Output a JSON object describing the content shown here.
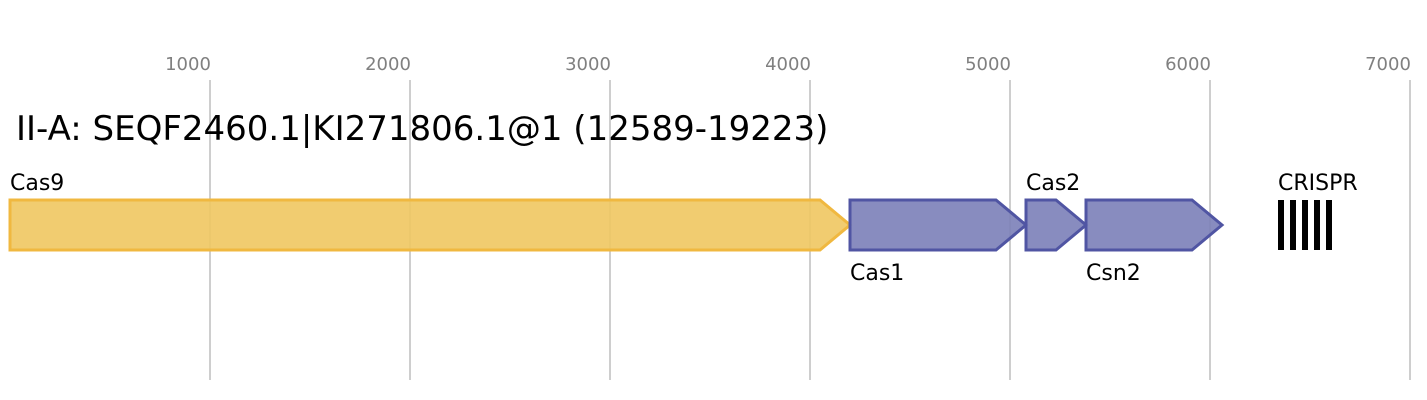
{
  "title": "II-A: SEQF2460.1|KI271806.1@1 (12589-19223)",
  "axis": {
    "ticks": [
      1000,
      2000,
      3000,
      4000,
      5000,
      6000,
      7000
    ],
    "range": [
      0,
      7000
    ]
  },
  "genes": [
    {
      "name": "Cas9",
      "start": 0,
      "end": 4200,
      "strand": "+",
      "color": "#f0c760",
      "stroke": "#f0b840",
      "label_pos": "above"
    },
    {
      "name": "Cas1",
      "start": 4200,
      "end": 5080,
      "strand": "+",
      "color": "#7b7fb8",
      "stroke": "#5055a3",
      "label_pos": "below"
    },
    {
      "name": "Cas2",
      "start": 5080,
      "end": 5380,
      "strand": "+",
      "color": "#7b7fb8",
      "stroke": "#5055a3",
      "label_pos": "above"
    },
    {
      "name": "Csn2",
      "start": 5380,
      "end": 6060,
      "strand": "+",
      "color": "#7b7fb8",
      "stroke": "#5055a3",
      "label_pos": "below"
    }
  ],
  "crispr": {
    "label": "CRISPR",
    "start": 6340,
    "repeats": 5,
    "color": "#000000"
  }
}
